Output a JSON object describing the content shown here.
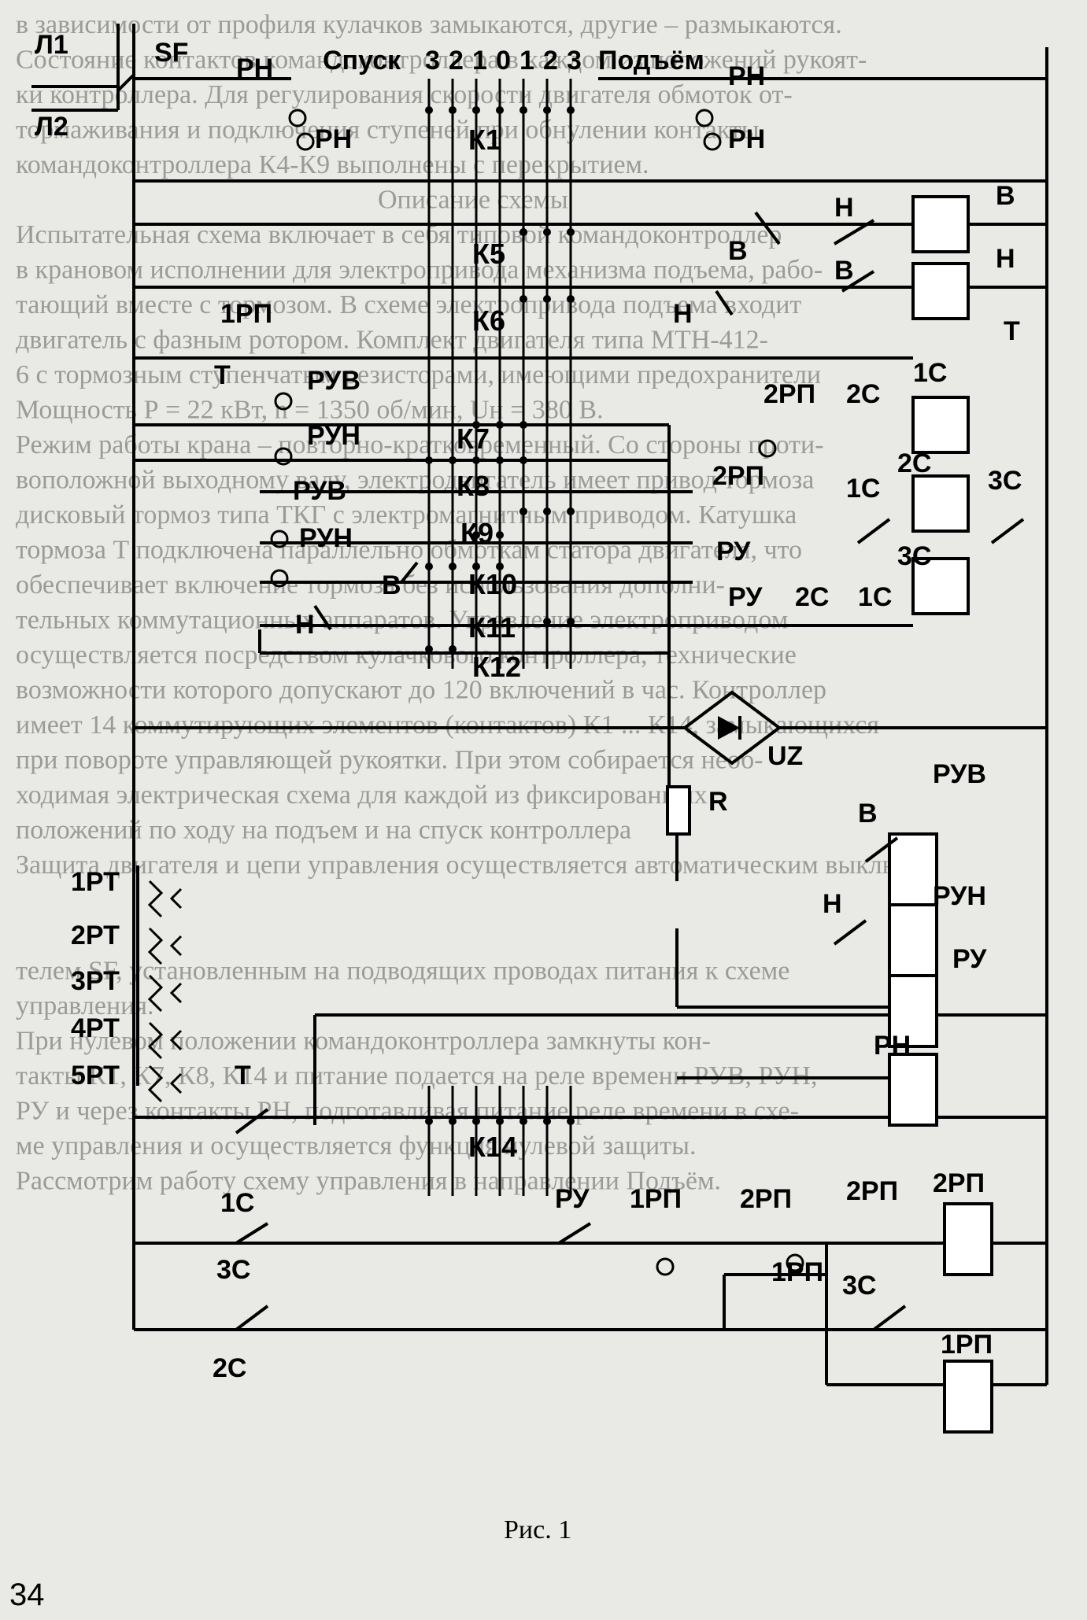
{
  "page_number": "34",
  "caption": "Рис. 1",
  "bleed_through_text": [
    "в зависимости от профиля кулачков замыкаются, другие – размыкаются.",
    "Состояние контактов командоконтроллера в каждом из положений рукоят-",
    "ки контроллера. Для регулирования скорости двигателя обмоток от-",
    "тормаживания и подключения ступеней при обнулении контакты",
    "командоконтроллера К4-К9 выполнены с перекрытием.",
    "Описание схемы",
    "Испытательная схема включает в себя типовой командоконтроллер",
    "в крановом исполнении для электропривода механизма подъема, рабо-",
    "тающий вместе с тормозом. В схеме электропривода подъема входит",
    "двигатель с фазным ротором. Комплект двигателя типа МТН-412-",
    "6 с тормозным ступенчатым резисторами, имеющими предохранители",
    "Мощность Р = 22 кВт, n = 1350 об/мин, Uн = 380 В.",
    "Режим работы крана – повторно-кратковременный. Со стороны проти-",
    "воположной выходному валу, электродвигатель имеет привод тормоза",
    "дисковый тормоз типа ТКГ с электромагнитным приводом. Катушка",
    "тормоза Т подключена параллельно обмоткам статора двигателя, что",
    "обеспечивает включение тормоза без использования дополни-",
    "тельных коммутационных аппаратов. Управление электроприводом",
    "осуществляется посредством кулачкового контроллера, технические",
    "возможности которого допускают до 120 включений в час. Контроллер",
    "имеет 14 коммутирующих элементов (контактов) К1 ... К14, замыкающихся",
    "при повороте управляющей рукоятки. При этом собирается необ-",
    "ходимая электрическая схема для каждой из фиксированных",
    "положений по ходу на подъем и на спуск контроллера",
    "Защита двигателя и цепи управления осуществляется автоматическим выключа-",
    "телем SF, установленным на подводящих проводах питания к схеме",
    "управления.",
    "При нулевом положении командоконтроллера замкнуты кон-",
    "такты К1, К7, К8, К14 и питание подается на реле времени РУВ, РУН,",
    "РУ и через контакты РН, подготавливая питание реле времени в схе-",
    "ме управления и осуществляется функция нулевой защиты.",
    "Рассмотрим работу схему управления в направлении Подъём."
  ],
  "header": {
    "descent": "Спуск",
    "positions": [
      "3",
      "2",
      "1",
      "0",
      "1",
      "2",
      "3"
    ],
    "lift": "Подъём"
  },
  "lines": {
    "l1": "Л1",
    "l2": "Л2",
    "breaker": "SF"
  },
  "contacts": {
    "K1": "К1",
    "K5": "К5",
    "K6": "К6",
    "K7": "К7",
    "K8": "К8",
    "K9": "К9",
    "K10": "К10",
    "K11": "К11",
    "K12": "К12",
    "K14": "К14"
  },
  "labels": {
    "RN": "РН",
    "RUV": "РУВ",
    "RUN": "РУН",
    "RU": "РУ",
    "1RP": "1РП",
    "2RP": "2РП",
    "T": "Т",
    "V": "В",
    "N": "Н",
    "1S": "1С",
    "2S": "2С",
    "3S": "3С",
    "UZ": "UZ",
    "R": "R",
    "1RT": "1РТ",
    "2RT": "2РТ",
    "3RT": "3РТ",
    "4RT": "4РТ",
    "5RT": "5РТ"
  }
}
